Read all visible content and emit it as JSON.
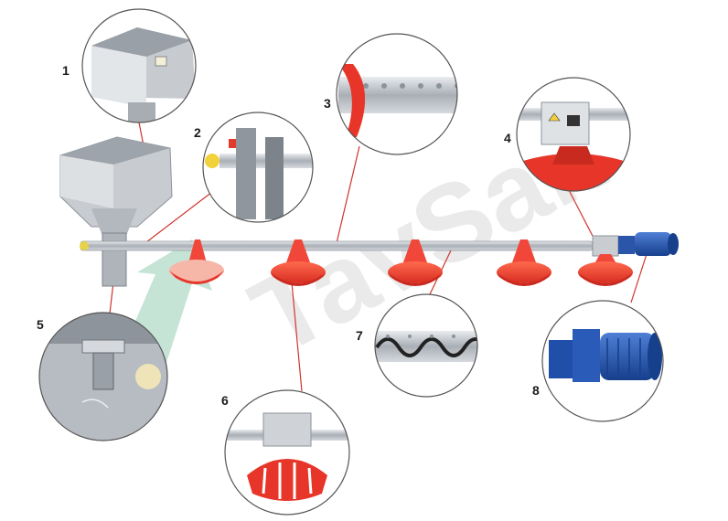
{
  "watermark": {
    "text": "TavSan",
    "color": "#cfcfcf",
    "arrow_color": "#2e9e6a"
  },
  "colors": {
    "feeder_red": "#e8352a",
    "feeder_pale": "#f6b6a8",
    "steel": "#b9bec4",
    "motor_blue": "#1f4fa8",
    "leader_red": "#d0342c"
  },
  "labels": [
    "1",
    "2",
    "3",
    "4",
    "5",
    "6",
    "7",
    "8"
  ],
  "components": [
    {
      "label": "1",
      "icon": "feed-hopper-closeup-icon"
    },
    {
      "label": "2",
      "icon": "tube-coupling-closeup-icon"
    },
    {
      "label": "3",
      "icon": "feed-tube-closeup-icon"
    },
    {
      "label": "4",
      "icon": "control-unit-closeup-icon"
    },
    {
      "label": "5",
      "icon": "hopper-latch-closeup-icon"
    },
    {
      "label": "6",
      "icon": "pan-feeder-closeup-icon"
    },
    {
      "label": "7",
      "icon": "auger-spiral-closeup-icon"
    },
    {
      "label": "8",
      "icon": "drive-motor-closeup-icon"
    }
  ]
}
